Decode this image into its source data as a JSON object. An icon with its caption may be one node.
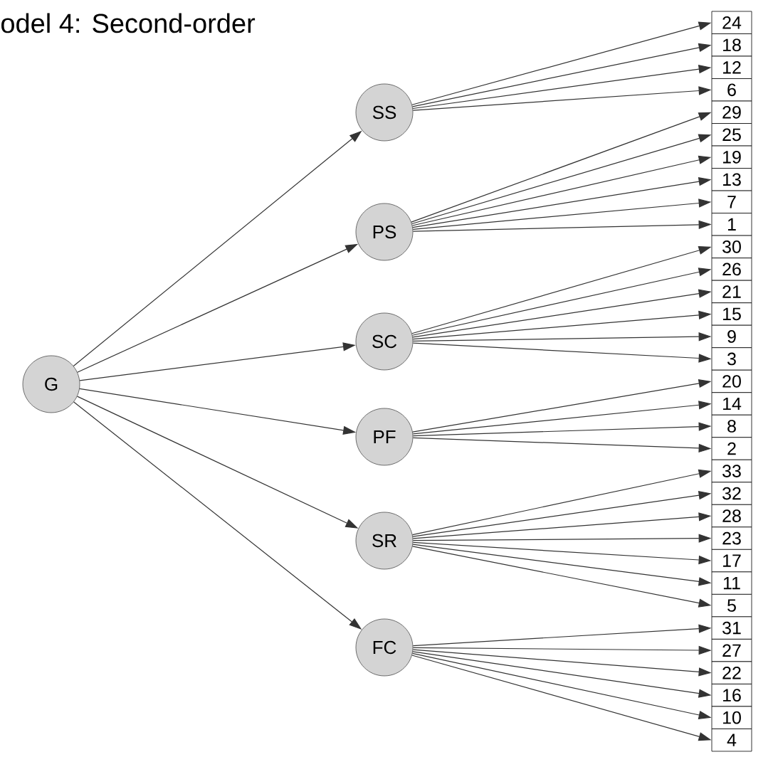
{
  "diagram": {
    "title": "odel 4: Second-order",
    "nodes": [
      {
        "text": [
          "G"
        ]
      },
      {
        "text": [
          "SS"
        ]
      },
      {
        "text": [
          "PS"
        ]
      },
      {
        "text": [
          "SC"
        ]
      },
      {
        "text": [
          "PF"
        ]
      },
      {
        "text": [
          "SR"
        ]
      },
      {
        "text": [
          "FC"
        ]
      },
      {
        "text": [
          "24"
        ]
      },
      {
        "text": [
          "18"
        ]
      },
      {
        "text": [
          "12"
        ]
      },
      {
        "text": [
          "6"
        ]
      },
      {
        "text": [
          "29"
        ]
      },
      {
        "text": [
          "25"
        ]
      },
      {
        "text": [
          "19"
        ]
      },
      {
        "text": [
          "13"
        ]
      },
      {
        "text": [
          "7"
        ]
      },
      {
        "text": [
          "1"
        ]
      },
      {
        "text": [
          "30"
        ]
      },
      {
        "text": [
          "26"
        ]
      },
      {
        "text": [
          "21"
        ]
      },
      {
        "text": [
          "15"
        ]
      },
      {
        "text": [
          "9"
        ]
      },
      {
        "text": [
          "3"
        ]
      },
      {
        "text": [
          "20"
        ]
      },
      {
        "text": [
          "14"
        ]
      },
      {
        "text": [
          "8"
        ]
      },
      {
        "text": [
          "2"
        ]
      },
      {
        "text": [
          "33"
        ]
      },
      {
        "text": [
          "32"
        ]
      },
      {
        "text": [
          "28"
        ]
      },
      {
        "text": [
          "23"
        ]
      },
      {
        "text": [
          "17"
        ]
      },
      {
        "text": [
          "11"
        ]
      },
      {
        "text": [
          "5"
        ]
      },
      {
        "text": [
          "31"
        ]
      },
      {
        "text": [
          "27"
        ]
      },
      {
        "text": [
          "22"
        ]
      },
      {
        "text": [
          "16"
        ]
      },
      {
        "text": [
          "10"
        ]
      },
      {
        "text": [
          "4"
        ]
      }
    ],
    "edges": [
      {
        "from": 0,
        "to": 1,
        "arrow": "to"
      },
      {
        "from": 0,
        "to": 2,
        "arrow": "to"
      },
      {
        "from": 0,
        "to": 3,
        "arrow": "to"
      },
      {
        "from": 0,
        "to": 4,
        "arrow": "to"
      },
      {
        "from": 0,
        "to": 5,
        "arrow": "to"
      },
      {
        "from": 0,
        "to": 6,
        "arrow": "to"
      },
      {
        "from": 1,
        "to": 7,
        "arrow": "to"
      },
      {
        "from": 1,
        "to": 8,
        "arrow": "to"
      },
      {
        "from": 1,
        "to": 9,
        "arrow": "to"
      },
      {
        "from": 1,
        "to": 10,
        "arrow": "to"
      },
      {
        "from": 2,
        "to": 11,
        "arrow": "to"
      },
      {
        "from": 2,
        "to": 12,
        "arrow": "to"
      },
      {
        "from": 2,
        "to": 13,
        "arrow": "to"
      },
      {
        "from": 2,
        "to": 14,
        "arrow": "to"
      },
      {
        "from": 2,
        "to": 15,
        "arrow": "to"
      },
      {
        "from": 2,
        "to": 16,
        "arrow": "to"
      },
      {
        "from": 3,
        "to": 17,
        "arrow": "to"
      },
      {
        "from": 3,
        "to": 18,
        "arrow": "to"
      },
      {
        "from": 3,
        "to": 19,
        "arrow": "to"
      },
      {
        "from": 3,
        "to": 20,
        "arrow": "to"
      },
      {
        "from": 3,
        "to": 21,
        "arrow": "to"
      },
      {
        "from": 3,
        "to": 22,
        "arrow": "to"
      },
      {
        "from": 4,
        "to": 23,
        "arrow": "to"
      },
      {
        "from": 4,
        "to": 24,
        "arrow": "to"
      },
      {
        "from": 4,
        "to": 25,
        "arrow": "to"
      },
      {
        "from": 4,
        "to": 26,
        "arrow": "to"
      },
      {
        "from": 5,
        "to": 27,
        "arrow": "to"
      },
      {
        "from": 5,
        "to": 28,
        "arrow": "to"
      },
      {
        "from": 5,
        "to": 29,
        "arrow": "to"
      },
      {
        "from": 5,
        "to": 30,
        "arrow": "to"
      },
      {
        "from": 5,
        "to": 31,
        "arrow": "to"
      },
      {
        "from": 5,
        "to": 32,
        "arrow": "to"
      },
      {
        "from": 5,
        "to": 33,
        "arrow": "to"
      },
      {
        "from": 6,
        "to": 34,
        "arrow": "to"
      },
      {
        "from": 6,
        "to": 35,
        "arrow": "to"
      },
      {
        "from": 6,
        "to": 36,
        "arrow": "to"
      },
      {
        "from": 6,
        "to": 37,
        "arrow": "to"
      },
      {
        "from": 6,
        "to": 38,
        "arrow": "to"
      },
      {
        "from": 6,
        "to": 39,
        "arrow": "to"
      }
    ]
  }
}
